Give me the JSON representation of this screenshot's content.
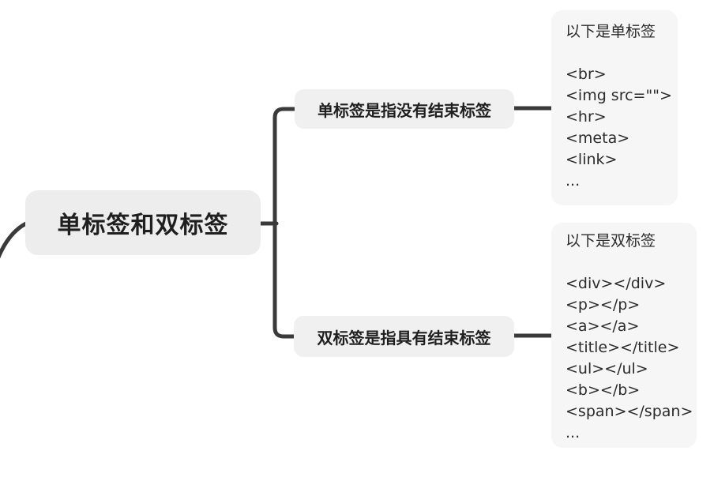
{
  "root_node": {
    "label": "单标签和双标签"
  },
  "branch_nodes": [
    {
      "label": "单标签是指没有结束标签"
    },
    {
      "label": "双标签是指具有结束标签"
    }
  ],
  "note_boxes": [
    {
      "heading": "以下是单标签",
      "lines": [
        "<br>",
        "<img src=\"\">",
        "<hr>",
        "<meta>",
        "<link>",
        "..."
      ]
    },
    {
      "heading": "以下是双标签",
      "lines": [
        "<div></div>",
        "<p></p>",
        "<a></a>",
        "<title></title>",
        "<ul></ul>",
        "<b></b>",
        "<span></span>",
        "..."
      ]
    }
  ],
  "colors": {
    "canvas_bg": "#ffffff",
    "node_bg": "#ededed",
    "note_bg": "#f6f6f6",
    "edge": "#3a3a3a",
    "text": "#212121"
  }
}
